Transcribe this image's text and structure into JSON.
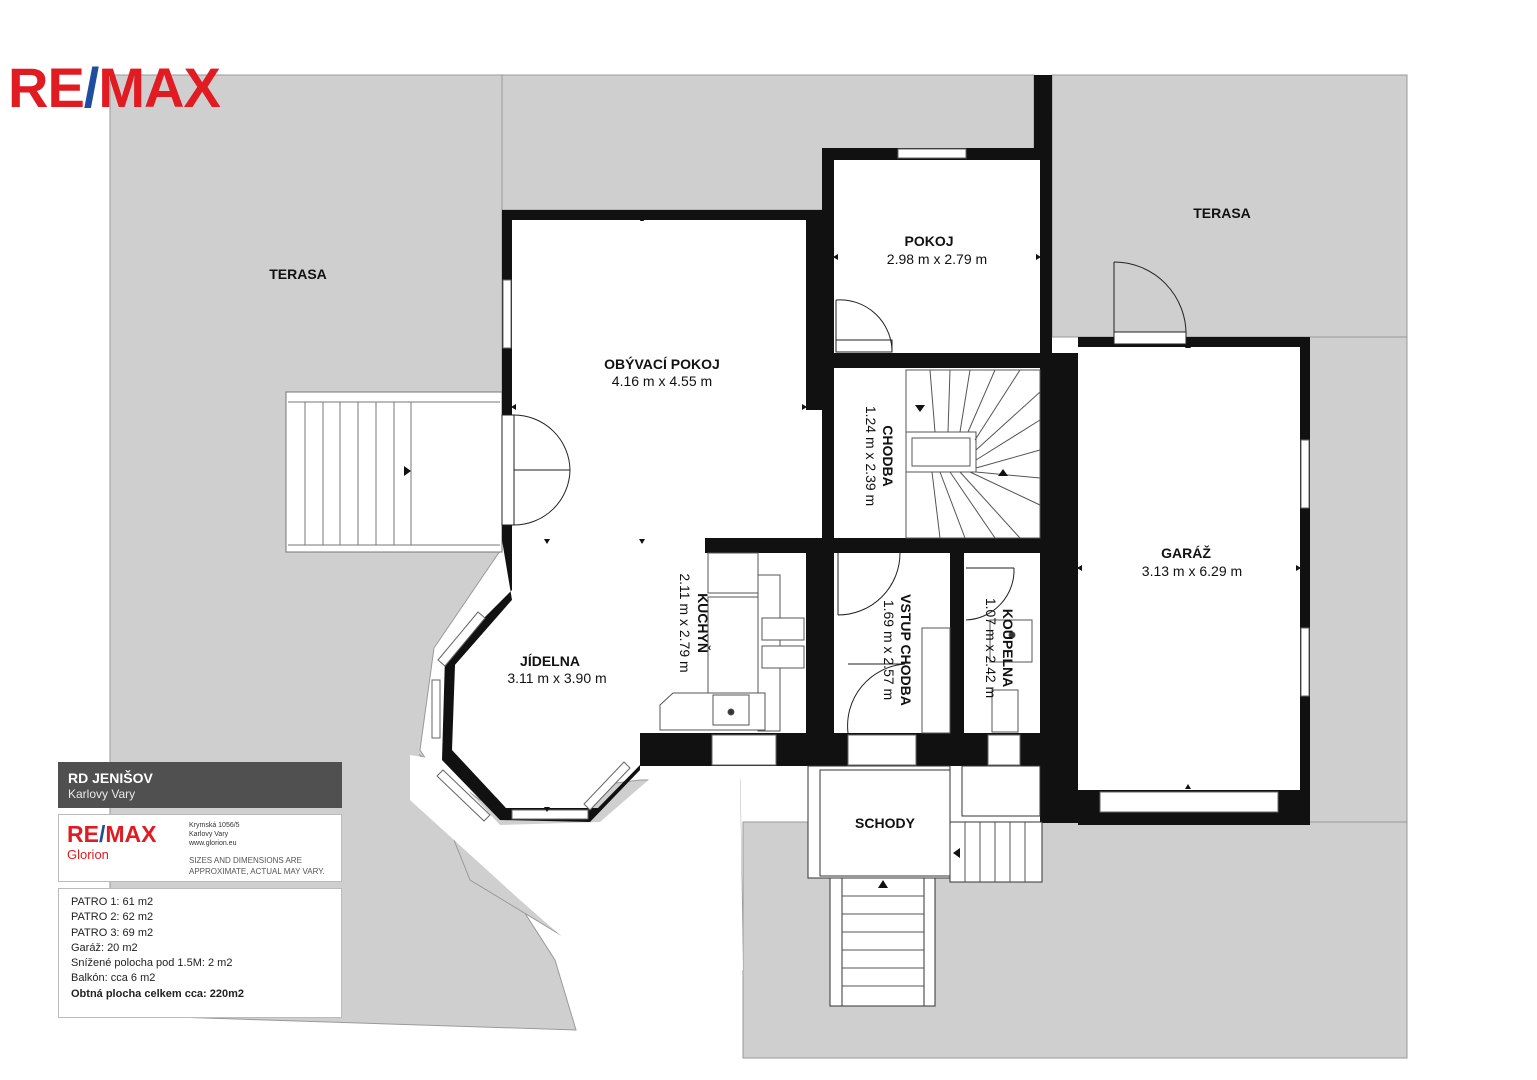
{
  "brand": {
    "logo_left": "RE",
    "logo_slash": "/",
    "logo_right": "MAX"
  },
  "rooms": {
    "terasa_left": {
      "name": "TERASA"
    },
    "terasa_right": {
      "name": "TERASA"
    },
    "pokoj": {
      "name": "POKOJ",
      "dims": "2.98 m x 2.79 m"
    },
    "obyvaci": {
      "name": "OBÝVACÍ POKOJ",
      "dims": "4.16 m x 4.55 m"
    },
    "chodba": {
      "name": "CHODBA",
      "dims": "1.24 m x 2.39 m"
    },
    "garaz": {
      "name": "GARÁŽ",
      "dims": "3.13 m x 6.29 m"
    },
    "kuchyn": {
      "name": "KUCHYŇ",
      "dims": "2.11 m x 2.79 m"
    },
    "vstup": {
      "name": "VSTUP CHODBA",
      "dims": "1.69 m x 2.57 m"
    },
    "koupelna": {
      "name": "KOUPELNA",
      "dims": "1.07 m x 2.42 m"
    },
    "jidelna": {
      "name": "JÍDELNA",
      "dims": "3.11 m x 3.90 m"
    },
    "schody": {
      "name": "SCHODY"
    }
  },
  "info": {
    "title": "RD JENIŠOV",
    "subtitle": "Karlovy Vary",
    "brand_logo_left": "RE",
    "brand_logo_slash": "/",
    "brand_logo_right": "MAX",
    "brand_sub": "Glorion",
    "address": [
      "Krymská 1056/5",
      "Karlovy Vary",
      "www.glorion.eu"
    ],
    "note": [
      "SIZES AND DIMENSIONS ARE",
      "APPROXIMATE, ACTUAL MAY VARY."
    ],
    "areas": [
      "PATRO 1: 61 m2",
      "PATRO 2: 62 m2",
      "PATRO 3: 69 m2",
      "Garáž: 20 m2",
      "Snížené polocha pod 1.5M: 2 m2",
      "Balkón: cca 6 m2"
    ],
    "total": "Obtná plocha celkem cca: 220m2"
  },
  "colors": {
    "terrace": "#cfcfcf",
    "wall": "#111111",
    "floor": "#ffffff",
    "brand_red": "#e11b22",
    "brand_blue": "#1d4ea0",
    "info_header": "#505050"
  }
}
